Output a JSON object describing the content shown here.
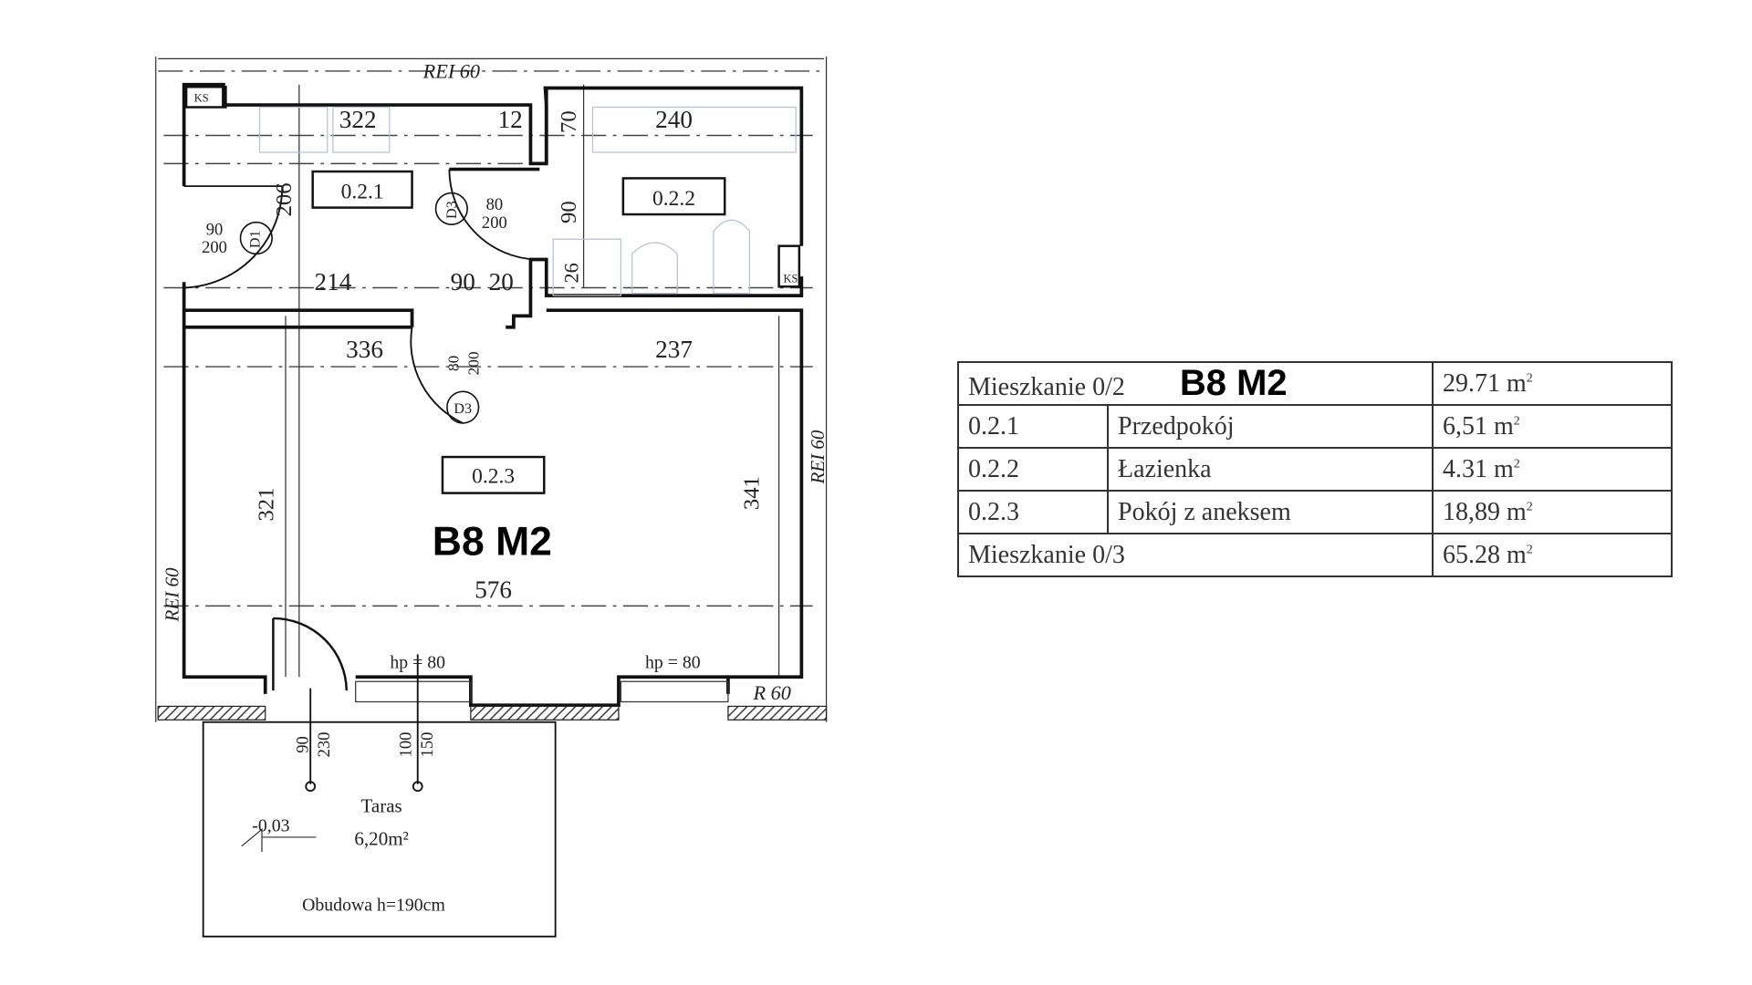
{
  "plan": {
    "unit_label": "B8 M2",
    "fire_labels": {
      "top": "REI 60",
      "right": "REI 60",
      "left": "REI 60",
      "bottom_right": "R 60"
    },
    "rooms": [
      {
        "id": "0.2.1"
      },
      {
        "id": "0.2.2"
      },
      {
        "id": "0.2.3"
      }
    ],
    "dimensions": {
      "d322": "322",
      "d12": "12",
      "d70": "70",
      "d240": "240",
      "d206": "206",
      "d90a": "90",
      "d214": "214",
      "d90b": "90",
      "d20": "20",
      "d26": "26",
      "d336": "336",
      "d237": "237",
      "d321": "321",
      "d341": "341",
      "d576": "576"
    },
    "doors": {
      "d1": {
        "tag": "D1",
        "w": "90",
        "h": "200"
      },
      "d3a": {
        "tag": "D3",
        "w": "80",
        "h": "200"
      },
      "d3b": {
        "tag": "D3",
        "w": "80",
        "h": "200"
      }
    },
    "shaft_label": "KS",
    "windows": {
      "w1": "hp = 80",
      "w2": "hp = 80"
    },
    "balcony_door": {
      "w": "90",
      "h": "230"
    },
    "window_door": {
      "w": "100",
      "h": "150"
    },
    "terrace": {
      "name": "Taras",
      "area": "6,20m²",
      "level": "-0,03",
      "note": "Obudowa h=190cm"
    }
  },
  "table": {
    "rows": [
      {
        "c1": "Mieszkanie 0/2",
        "tag": "B8 M2",
        "area": "29.71 m",
        "sup": "2"
      },
      {
        "c1": "0.2.1",
        "c2": "Przedpokój",
        "area": "6,51 m",
        "sup": "2"
      },
      {
        "c1": "0.2.2",
        "c2": "Łazienka",
        "area": "4.31 m",
        "sup": "2"
      },
      {
        "c1": "0.2.3",
        "c2": "Pokój z aneksem",
        "area": "18,89 m",
        "sup": "2"
      },
      {
        "c1": "Mieszkanie 0/3",
        "area": "65.28 m",
        "sup": "2"
      }
    ]
  }
}
